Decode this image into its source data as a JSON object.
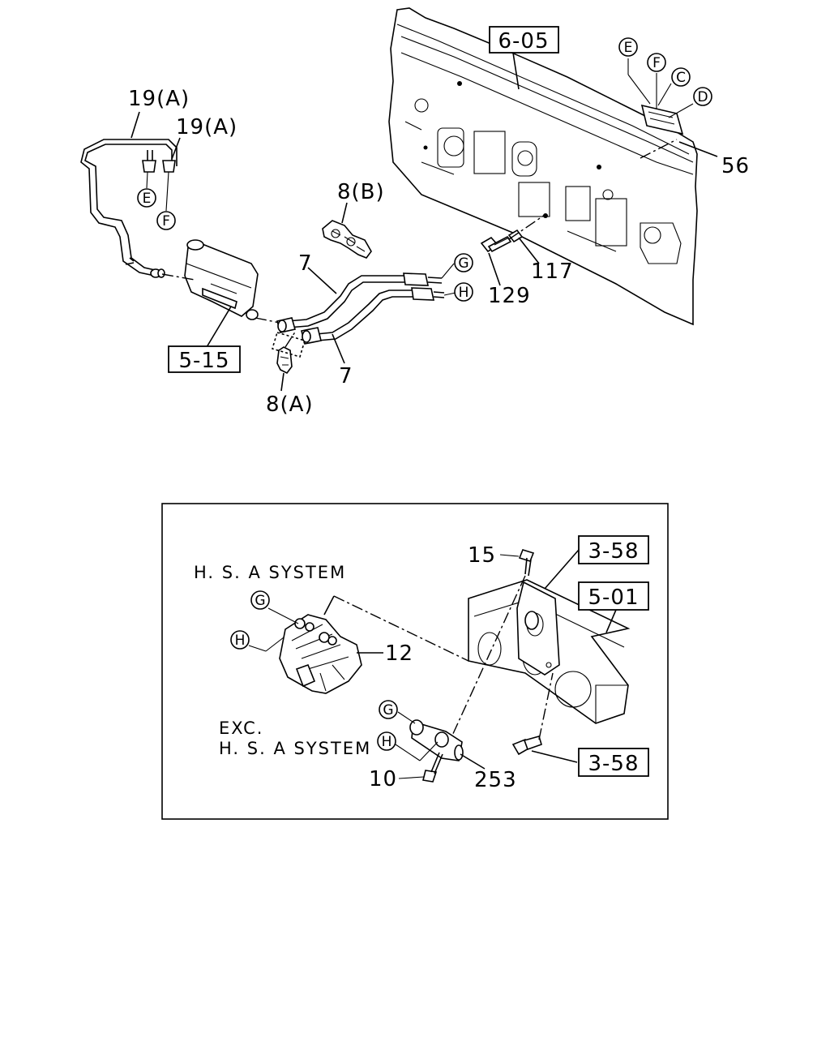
{
  "labels": {
    "ref_6_05": "6-05",
    "ref_5_15": "5-15",
    "ref_3_58_top": "3-58",
    "ref_5_01": "5-01",
    "ref_3_58_bottom": "3-58",
    "part_19a_left": "19(A)",
    "part_19a_right": "19(A)",
    "part_8b": "8(B)",
    "part_8a": "8(A)",
    "part_7_upper": "7",
    "part_7_lower": "7",
    "part_56": "56",
    "part_117": "117",
    "part_129": "129",
    "part_15": "15",
    "part_12": "12",
    "part_10": "10",
    "part_253": "253"
  },
  "circle_markers": {
    "e_top": "E",
    "f_top": "F",
    "c_top": "C",
    "d_top": "D",
    "e_left": "E",
    "f_left": "F",
    "g_upper": "G",
    "h_upper": "H",
    "g_inset_hsa": "G",
    "h_inset_hsa": "H",
    "g_inset_exc": "G",
    "h_inset_exc": "H"
  },
  "inset": {
    "hsa_system": "H. S. A SYSTEM",
    "exc_line1": "EXC.",
    "exc_line2": "H. S. A SYSTEM"
  }
}
